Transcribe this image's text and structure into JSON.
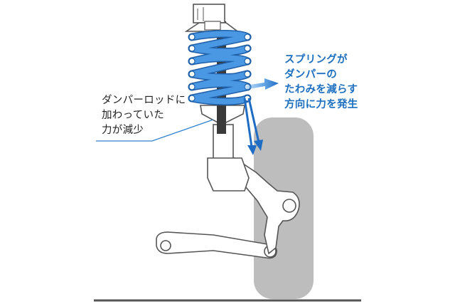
{
  "colors": {
    "spring": "#4a98e3",
    "spring_outline": "#1f5fa8",
    "arrow": "#1f6cc4",
    "callout_text_blue": "#1d6fc0",
    "callout_text_dark": "#222222",
    "strut_outline": "#555555",
    "rod": "#3a3a3a",
    "tire": "#bdbdbd",
    "ground": "#555555",
    "leader_line": "#2f80d0"
  },
  "left_callout": {
    "lines": [
      "ダンパーロッドに",
      "加わっていた",
      "力が減少"
    ]
  },
  "right_callout": {
    "lines": [
      "スプリングが",
      "ダンパーの",
      "たわみを減らす",
      "方向に力を発生"
    ]
  }
}
